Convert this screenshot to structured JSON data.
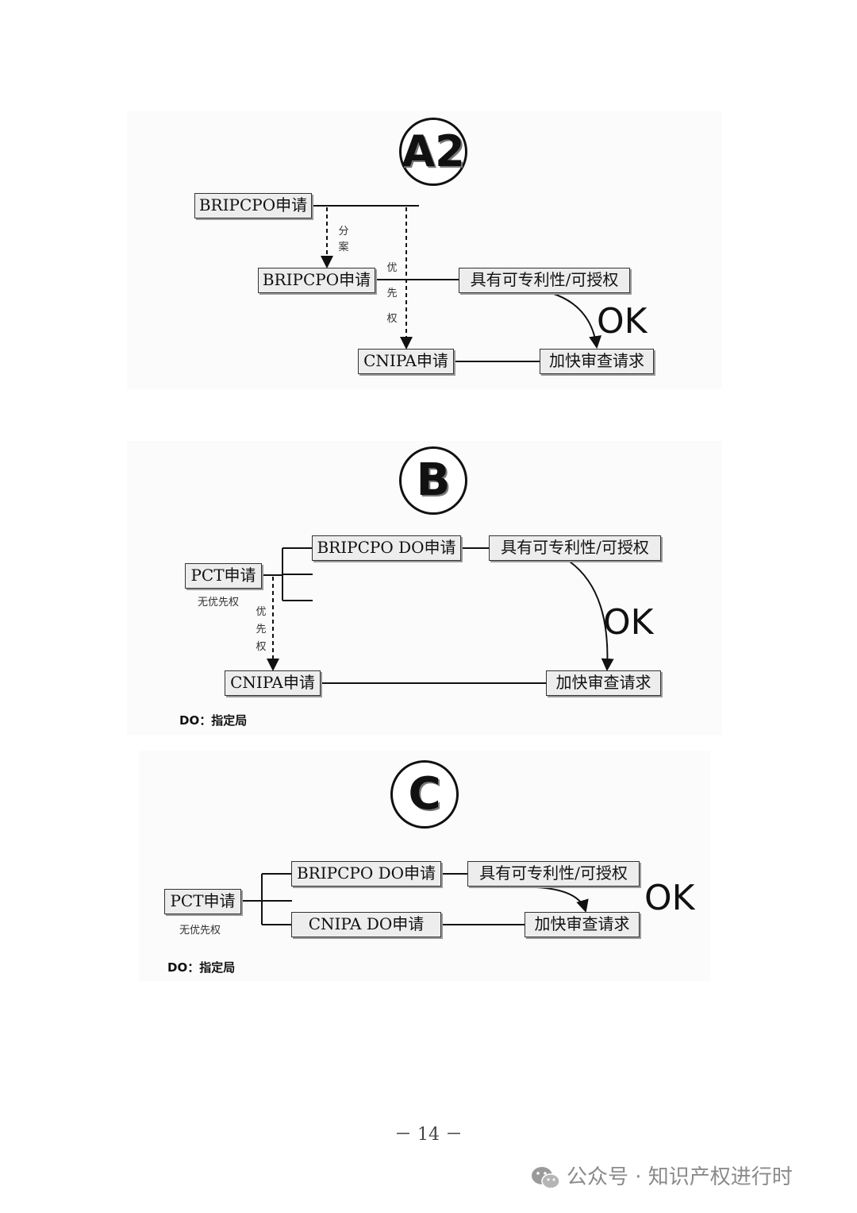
{
  "diagram_a2": {
    "badge": "A2",
    "bripcpo_app_1": "BRIPCPO申请",
    "bripcpo_app_2": "BRIPCPO申请",
    "patentable": "具有可专利性/可授权",
    "cnipa_app": "CNIPA申请",
    "accelerated": "加快审查请求",
    "ok": "OK",
    "divisional_label": "分案",
    "priority_label": "优先权"
  },
  "diagram_b": {
    "badge": "B",
    "pct_app": "PCT申请",
    "no_priority": "无优先权",
    "bripcpo_do_app": "BRIPCPO DO申请",
    "patentable": "具有可专利性/可授权",
    "cnipa_app": "CNIPA申请",
    "accelerated": "加快审查请求",
    "ok": "OK",
    "priority_label": "优先权",
    "note": "DO：指定局"
  },
  "diagram_c": {
    "badge": "C",
    "pct_app": "PCT申请",
    "no_priority": "无优先权",
    "bripcpo_do_app": "BRIPCPO DO申请",
    "patentable": "具有可专利性/可授权",
    "cnipa_do_app": "CNIPA DO申请",
    "accelerated": "加快审查请求",
    "ok": "OK",
    "note": "DO：指定局"
  },
  "page_number": "－ 14 －",
  "watermark": "公众号 · 知识产权进行时"
}
